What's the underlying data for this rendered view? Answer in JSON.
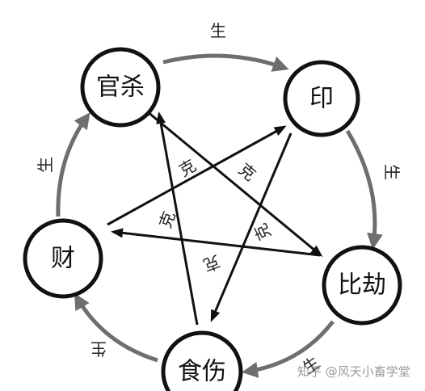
{
  "nodes": {
    "guansha": "官杀",
    "yin": "印",
    "bijie": "比劫",
    "shishang": "食伤",
    "cai": "财"
  },
  "relations": {
    "sheng": "生",
    "ke": "克"
  },
  "watermark": "知乎 @风天小畜学堂",
  "colors": {
    "cycle_arrow": "#6e6e6e",
    "lines": "#111111",
    "watermark": "#9a9a9a"
  }
}
